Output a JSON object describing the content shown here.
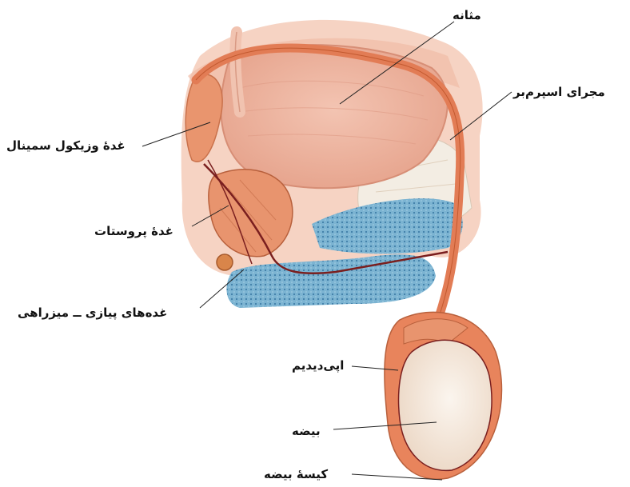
{
  "labels": {
    "bladder": "مثانه",
    "vas_deferens": "مجرای اسپرم‌بر",
    "seminal_vesicle": "غدهٔ وزیکول سمینال",
    "prostate": "غدهٔ پروستات",
    "bulbourethral": "غده‌های پیازی ــ میزراهی",
    "epididymis": "اپی‌دیدیم",
    "testis": "بیضه",
    "scrotum": "کیسهٔ بیضه"
  },
  "colors": {
    "tissue_pink": "#f4c2b0",
    "tissue_light": "#f8ddd0",
    "bladder": "#efb7a3",
    "duct": "#e07a55",
    "prostate": "#e8946e",
    "pelvic_muscle": "#6aa6c9",
    "bone": "#f3ede3",
    "testis": "#f6ece2",
    "label_line": "#222222"
  }
}
